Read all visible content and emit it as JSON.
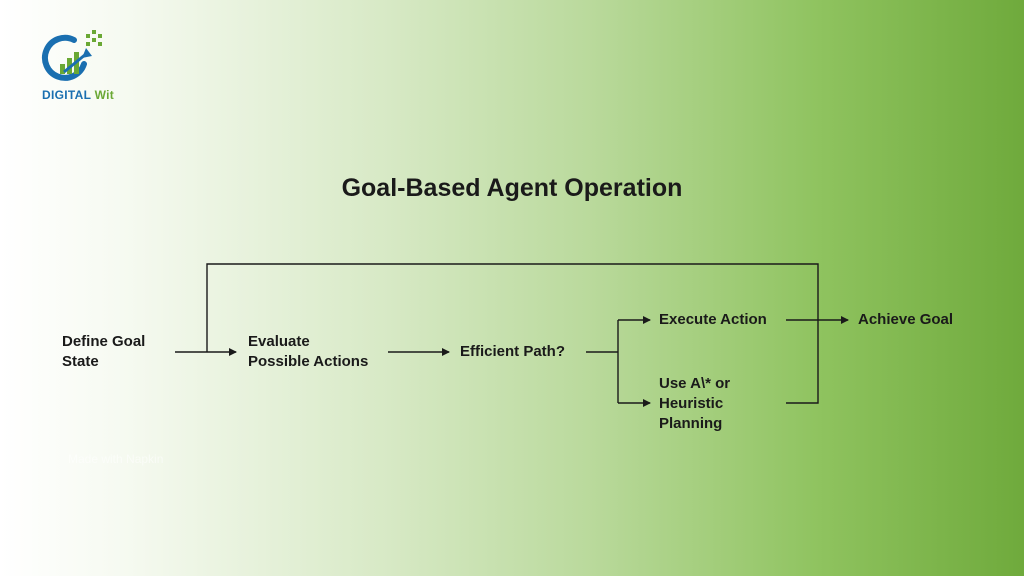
{
  "logo": {
    "brand_main": "DIGITAL",
    "brand_accent": "Wit"
  },
  "title": "Goal-Based Agent Operation",
  "nodes": {
    "define_goal": "Define Goal\nState",
    "evaluate": "Evaluate\nPossible Actions",
    "efficient": "Efficient Path?",
    "execute": "Execute Action",
    "use_astar": "Use A\\* or\nHeuristic\nPlanning",
    "achieve": "Achieve Goal"
  },
  "watermark": "Made with Napkin",
  "colors": {
    "brand_blue": "#1a6fb0",
    "brand_green": "#6aa834",
    "line": "#1a1a1a"
  }
}
